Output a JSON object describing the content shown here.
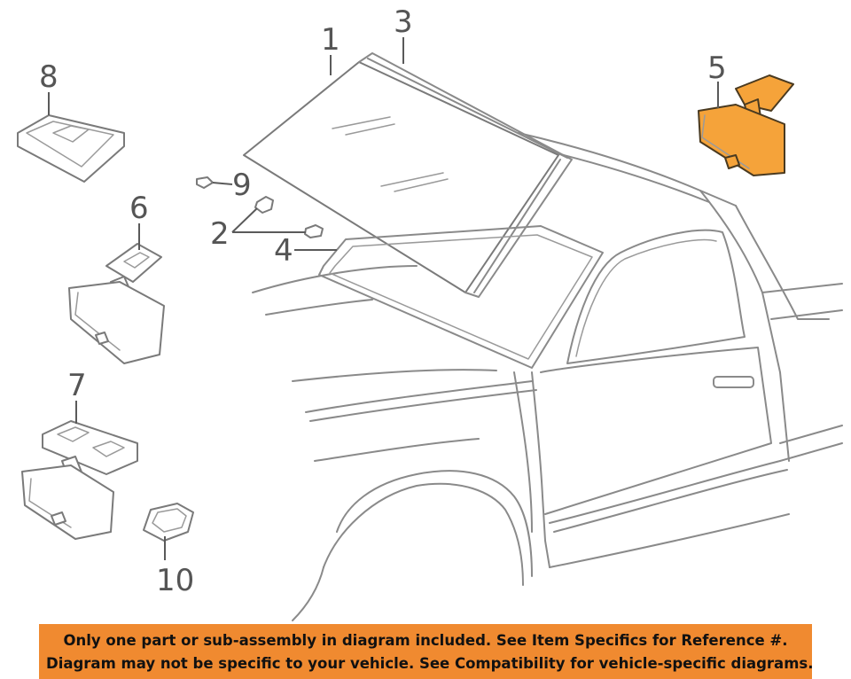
{
  "callouts": {
    "c1": "1",
    "c2": "2",
    "c3": "3",
    "c4": "4",
    "c5": "5",
    "c6": "6",
    "c7": "7",
    "c8": "8",
    "c9": "9",
    "c10": "10"
  },
  "highlighted_part": "5",
  "colors": {
    "highlight": "#f5a33a",
    "banner": "#f08a30",
    "line": "#8a8a8a"
  },
  "banner": {
    "line1": "Only one part or sub-assembly in diagram included. See Item Specifics for Reference #.",
    "line2": "Diagram may not be specific to your vehicle. See Compatibility for vehicle-specific diagrams."
  }
}
